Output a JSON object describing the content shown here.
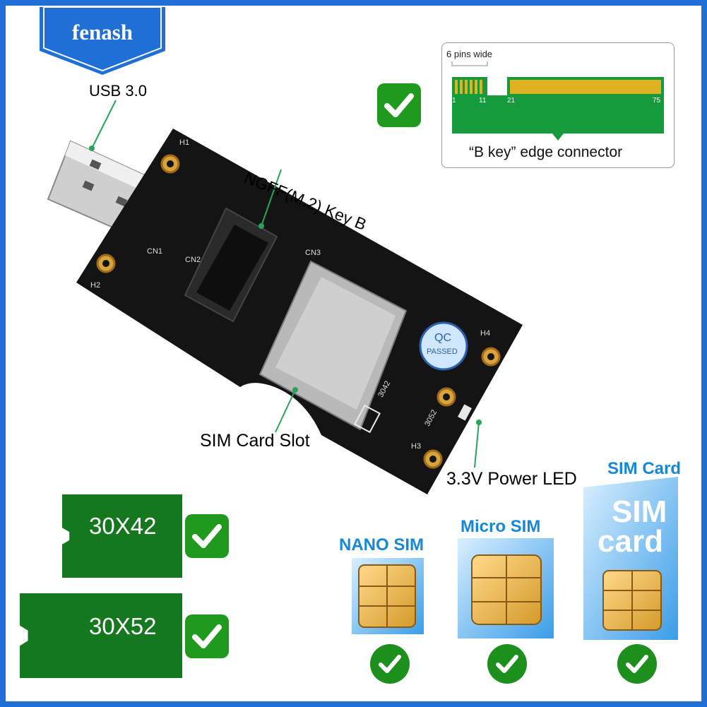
{
  "brand": {
    "logo_text": "fenash",
    "frame_color": "#1f6fd6"
  },
  "callouts": {
    "usb": "USB 3.0",
    "ngff": "NGFF(M.2) Key B",
    "sim_slot": "SIM Card Slot",
    "power_led": "3.3V Power LED"
  },
  "board_silkscreen": {
    "h1": "H1",
    "h2": "H2",
    "h3": "H3",
    "h4": "H4",
    "cn1": "CN1",
    "cn2": "CN2",
    "cn3": "CN3",
    "qc_top": "QC",
    "qc_bottom": "PASSED",
    "size_3042": "3042",
    "size_3052": "3052"
  },
  "edge_connector": {
    "width_note": "6 pins wide",
    "pin_labels": [
      "1",
      "11",
      "21",
      "75"
    ],
    "caption": "“B key” edge connector"
  },
  "modules": [
    {
      "label": "30X42"
    },
    {
      "label": "30X52"
    }
  ],
  "sim_types": [
    {
      "title": "NANO SIM"
    },
    {
      "title": "Micro SIM"
    },
    {
      "title": "SIM Card",
      "card_line1": "SIM",
      "card_line2": "card"
    }
  ],
  "colors": {
    "check_green": "#1f9a1f",
    "pcb": "#141414",
    "module_green": "#15781f",
    "sim_blue": "#1687d9"
  }
}
